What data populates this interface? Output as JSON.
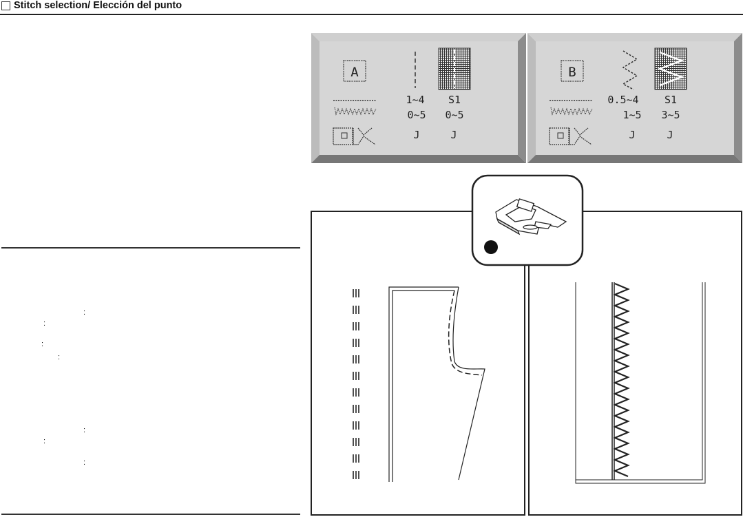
{
  "header": {
    "title": "Stitch selection/ Elección del punto"
  },
  "panels": [
    {
      "letter": "A",
      "values": [
        "1~4",
        "S1",
        "0~5",
        "0~5",
        "J",
        "J"
      ]
    },
    {
      "letter": "B",
      "values": [
        "0.5~4",
        "S1",
        "1~5",
        "3~5",
        "J",
        "J"
      ]
    }
  ],
  "foot_badge": {
    "icon": "presser-foot-icon"
  },
  "colors": {
    "screen": "#d6d6d6",
    "bevel_light": "#c8c8c8",
    "bevel_dark": "#7a7a7a",
    "lcd_ink": "#222222"
  }
}
